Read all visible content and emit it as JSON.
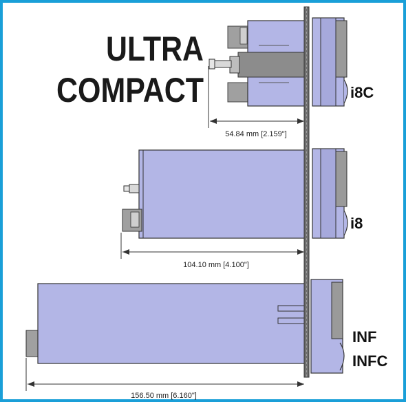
{
  "headline": {
    "line1": "ULTRA",
    "line2": "COMPACT"
  },
  "models": {
    "i8c": {
      "label": "i8C",
      "depth": "54.84 mm [2.159\"]"
    },
    "i8": {
      "label": "i8",
      "depth": "104.10 mm [4.100\"]"
    },
    "inf": {
      "label_line1": "INF",
      "label_line2": "INFC",
      "depth": "156.50 mm [6.160\"]"
    }
  },
  "colors": {
    "frame": "#1a9fd8",
    "housing": "#b3b6e6",
    "bezel": "#9da0cc",
    "connector": "#8c8c8c",
    "panel": "#6f6f6f"
  }
}
